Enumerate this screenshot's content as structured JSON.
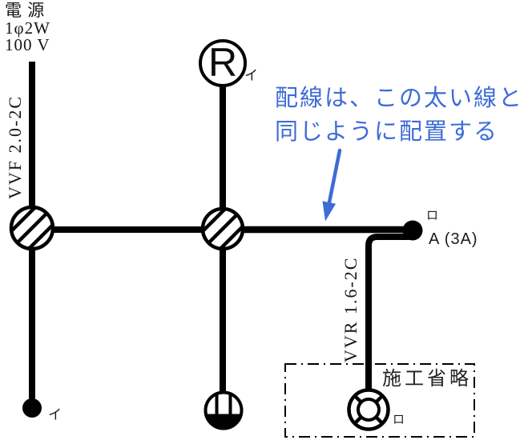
{
  "source": {
    "line1": "電 源",
    "line2": "1φ2W",
    "line3": "100 V"
  },
  "cables": {
    "left_riser": "VVF 2.0-2C",
    "right_drop": "VVR 1.6-2C"
  },
  "annotation": {
    "line1": "配線は、この太い線と",
    "line2": "同じように配置する"
  },
  "devices": {
    "round_lamp_r": {
      "letter": "R",
      "tag": "イ"
    },
    "right_terminal": {
      "tag": "ロ",
      "label": "A (3A)"
    },
    "bottom_terminal": {
      "tag": "イ"
    },
    "ceiling_lamp": {
      "tag": "ロ"
    }
  },
  "omission_box": {
    "label": "施工省略"
  },
  "symbols": {
    "junction_left": "vvf-joint-box",
    "junction_center": "vvf-joint-box",
    "circle_r": "lamp-receptacle-r",
    "bottom_center": "wall-outlet",
    "in_box": "ceiling-lamp-rosette",
    "dots": "terminal-dot"
  },
  "colors": {
    "line_black": "#000000",
    "annotation_blue": "#3E6CD6",
    "background": "#FFFFFF"
  }
}
